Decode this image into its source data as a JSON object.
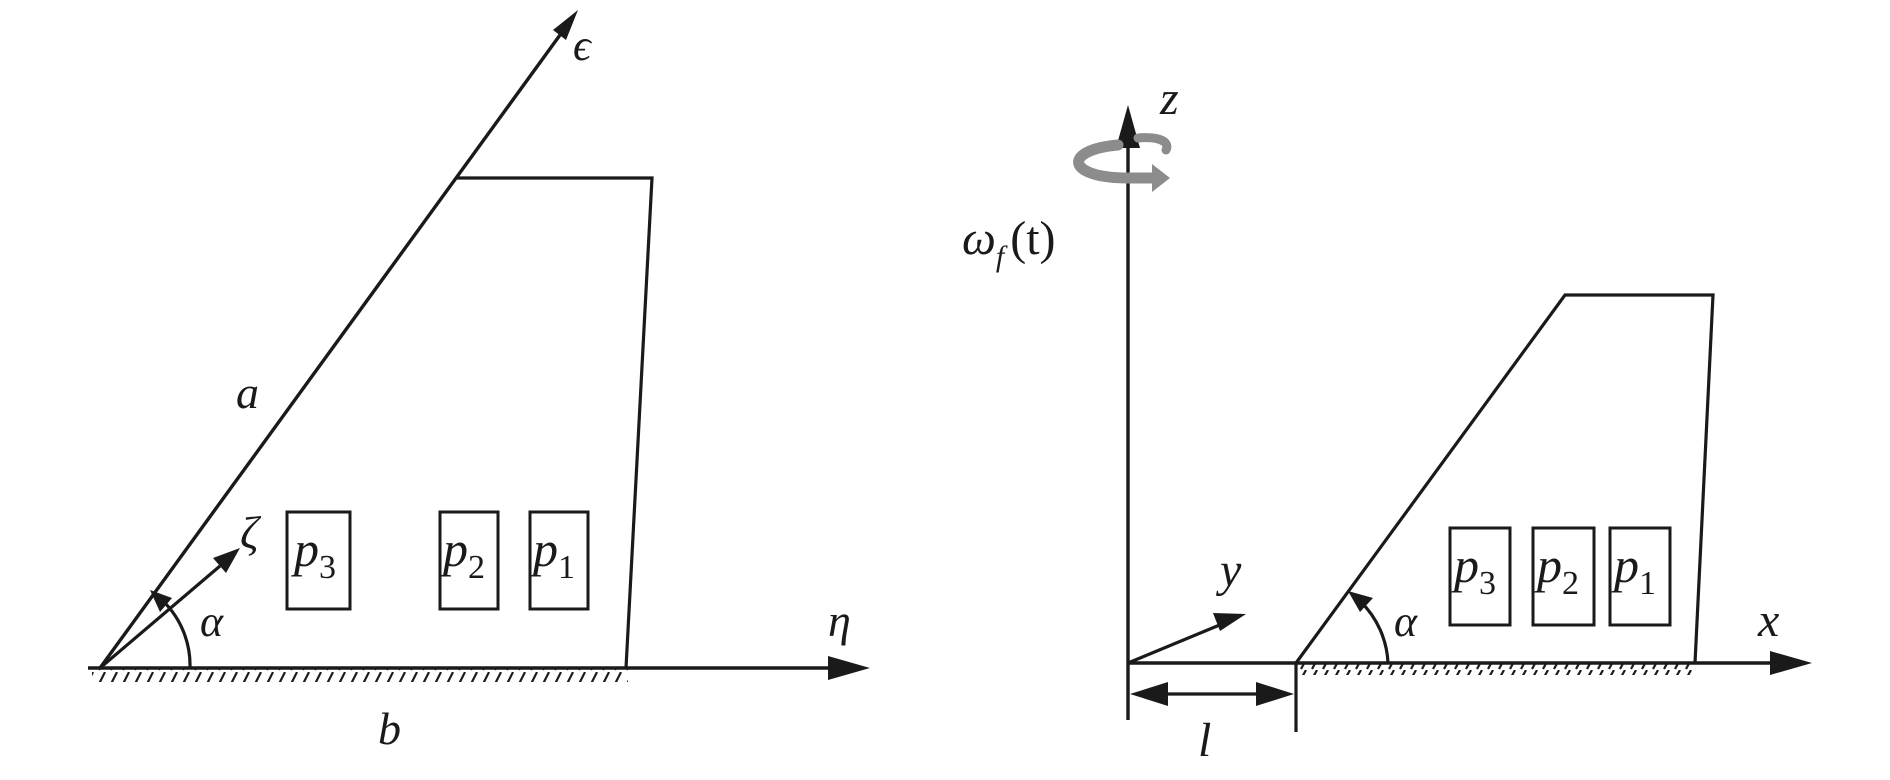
{
  "left_panel": {
    "axis_epsilon_label": "ϵ",
    "axis_eta_label": "η",
    "axis_zeta_label": "ζ",
    "side_a_label": "a",
    "side_b_label": "b",
    "angle_label": "α",
    "patches": [
      {
        "base": "p",
        "sub": "3"
      },
      {
        "base": "p",
        "sub": "2"
      },
      {
        "base": "p",
        "sub": "1"
      }
    ]
  },
  "right_panel": {
    "axis_z_label": "z",
    "axis_x_label": "x",
    "axis_y_label": "y",
    "offset_label": "l",
    "angle_label": "α",
    "omega_symbol": "ω",
    "omega_subscript": "f",
    "omega_argument": "(t)",
    "patches": [
      {
        "base": "p",
        "sub": "3"
      },
      {
        "base": "p",
        "sub": "2"
      },
      {
        "base": "p",
        "sub": "1"
      }
    ]
  },
  "colors": {
    "stroke": "#1a1a1a",
    "rotation_arrow": "#8c8c8c"
  }
}
